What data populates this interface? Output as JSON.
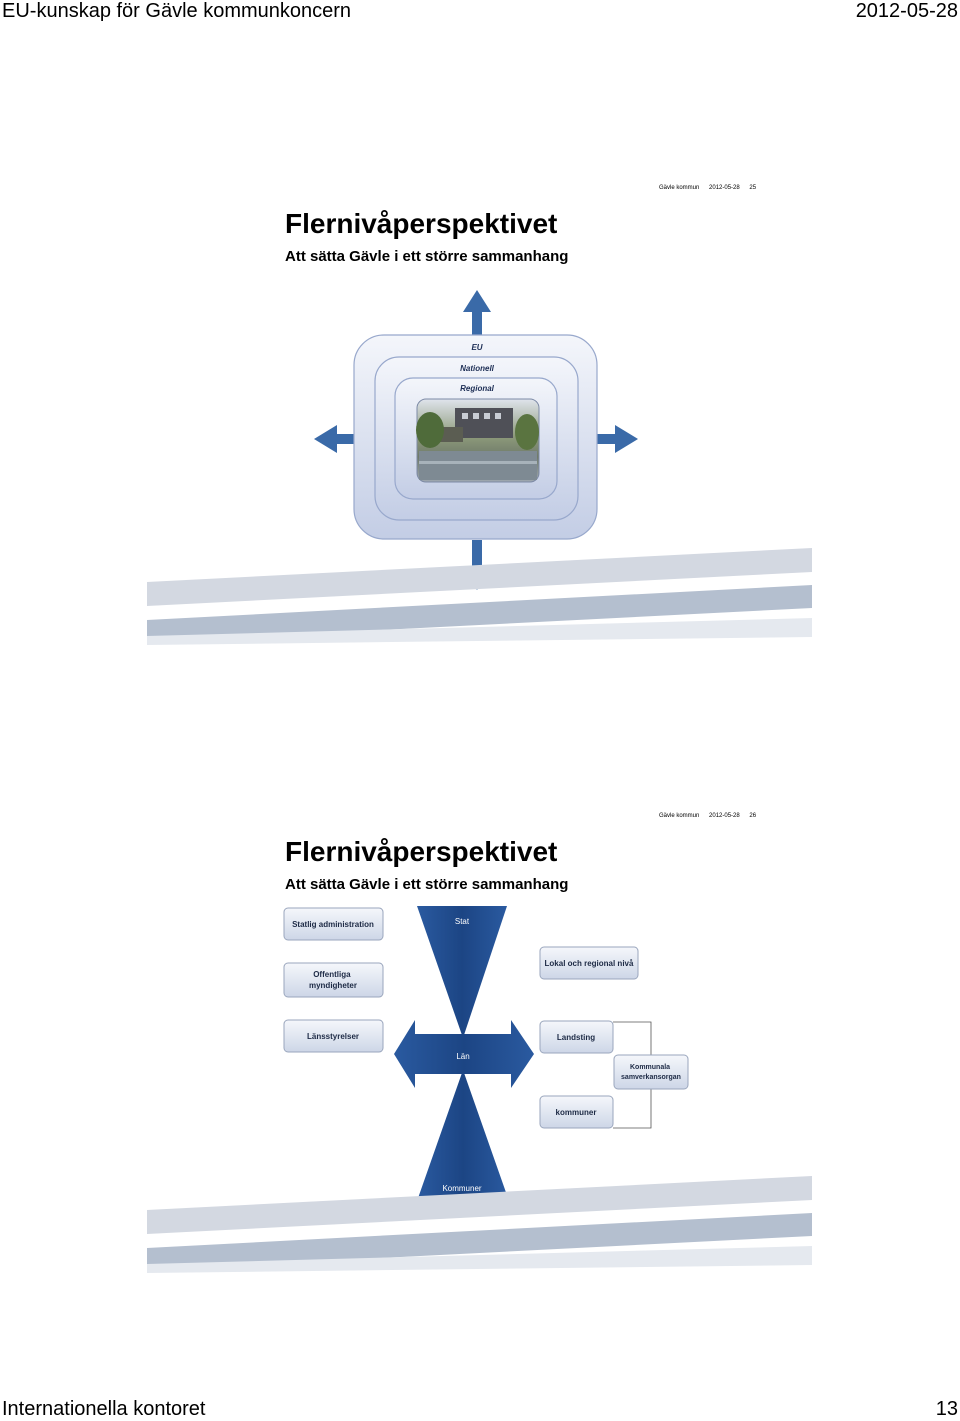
{
  "page": {
    "header_left": "EU-kunskap för Gävle kommunkoncern",
    "header_right": "2012-05-28",
    "footer_left": "Internationella kontoret",
    "footer_right": "13"
  },
  "slide25": {
    "org": "Gävle kommun",
    "date": "2012-05-28",
    "number": "25",
    "title": "Flernivåperspektivet",
    "subtitle": "Att sätta Gävle i ett större sammanhang",
    "levels": [
      "EU",
      "Nationell",
      "Regional"
    ],
    "colors": {
      "arrow": "#3a6aa8",
      "frame": "#c9d4ea",
      "stripe": "#b8c3d3"
    }
  },
  "slide26": {
    "org": "Gävle kommun",
    "date": "2012-05-28",
    "number": "26",
    "title": "Flernivåperspektivet",
    "subtitle": "Att sätta Gävle i ett större sammanhang",
    "left_boxes": [
      "Statlig administration",
      "Offentliga myndigheter",
      "Länsstyrelser"
    ],
    "right_boxes": [
      "Lokal och regional nivå",
      "Landsting",
      "Kommunala samverkansorgan",
      "kommuner"
    ],
    "center": {
      "top": "Stat",
      "middle": "Län",
      "bottom": "Kommuner"
    },
    "colors": {
      "funnel": "#1f4a8a",
      "box": "#dfe5f0"
    }
  }
}
